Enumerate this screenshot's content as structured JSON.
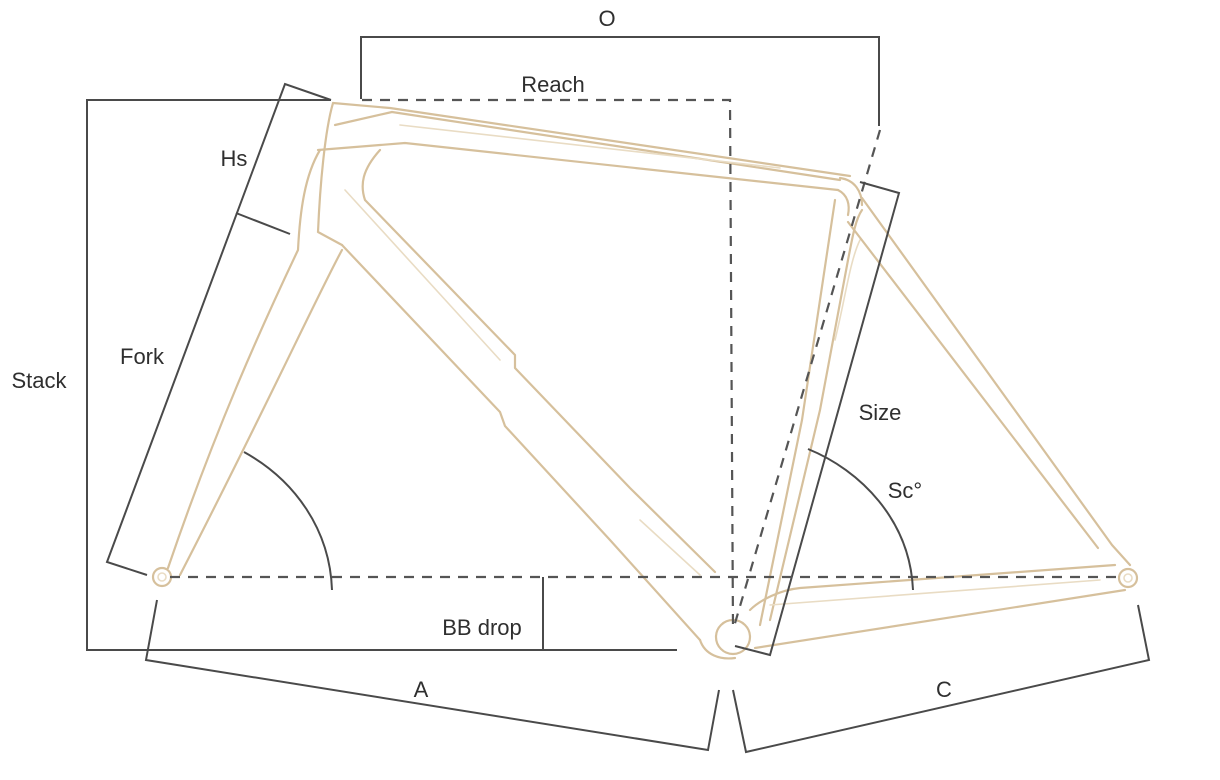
{
  "colors": {
    "frame": "#d6c09c",
    "frame_light": "#e9dcc4",
    "dimension": "#4a4a4a"
  },
  "labels": {
    "o": "O",
    "reach": "Reach",
    "hs": "Hs",
    "stack": "Stack",
    "fork": "Fork",
    "size": "Size",
    "sc": "Sc°",
    "bb_drop": "BB drop",
    "a": "A",
    "c": "C"
  }
}
